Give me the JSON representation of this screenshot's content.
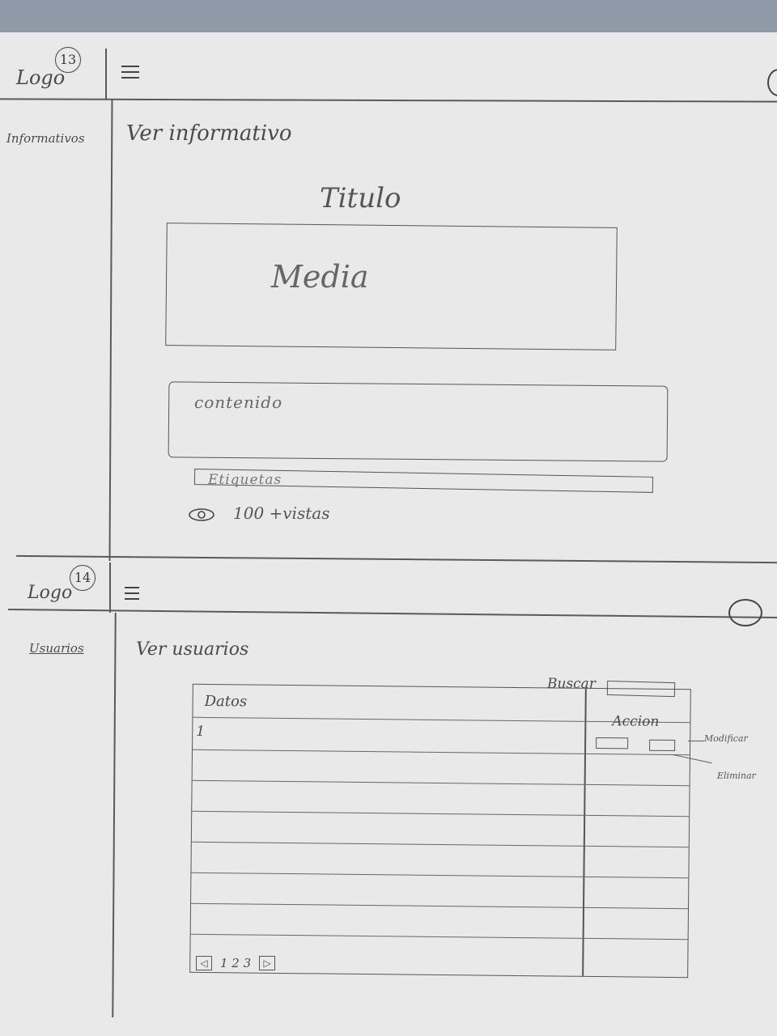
{
  "frame_13": {
    "badge": "13",
    "logo": "Logo",
    "sidebar_item": "Informativos",
    "page_title": "Ver informativo",
    "titulo": "Titulo",
    "media": "Media",
    "contenido": "contenido",
    "etiquetas": "Etiquetas",
    "views": "100 +vistas"
  },
  "frame_14": {
    "badge": "14",
    "logo": "Logo",
    "sidebar_item": "Usuarios",
    "page_title": "Ver usuarios",
    "search_label": "Buscar",
    "table": {
      "headers": [
        "Datos",
        "Accion"
      ],
      "rows": [
        [
          "1",
          ""
        ]
      ]
    },
    "annotations": {
      "modify": "Modificar",
      "delete": "Eliminar"
    },
    "pagination": {
      "prev": "◁",
      "pages": "1 2 3",
      "next": "▷"
    }
  },
  "icons": {
    "menu": "hamburger-icon",
    "user": "circle-icon",
    "eye": "eye-icon"
  }
}
